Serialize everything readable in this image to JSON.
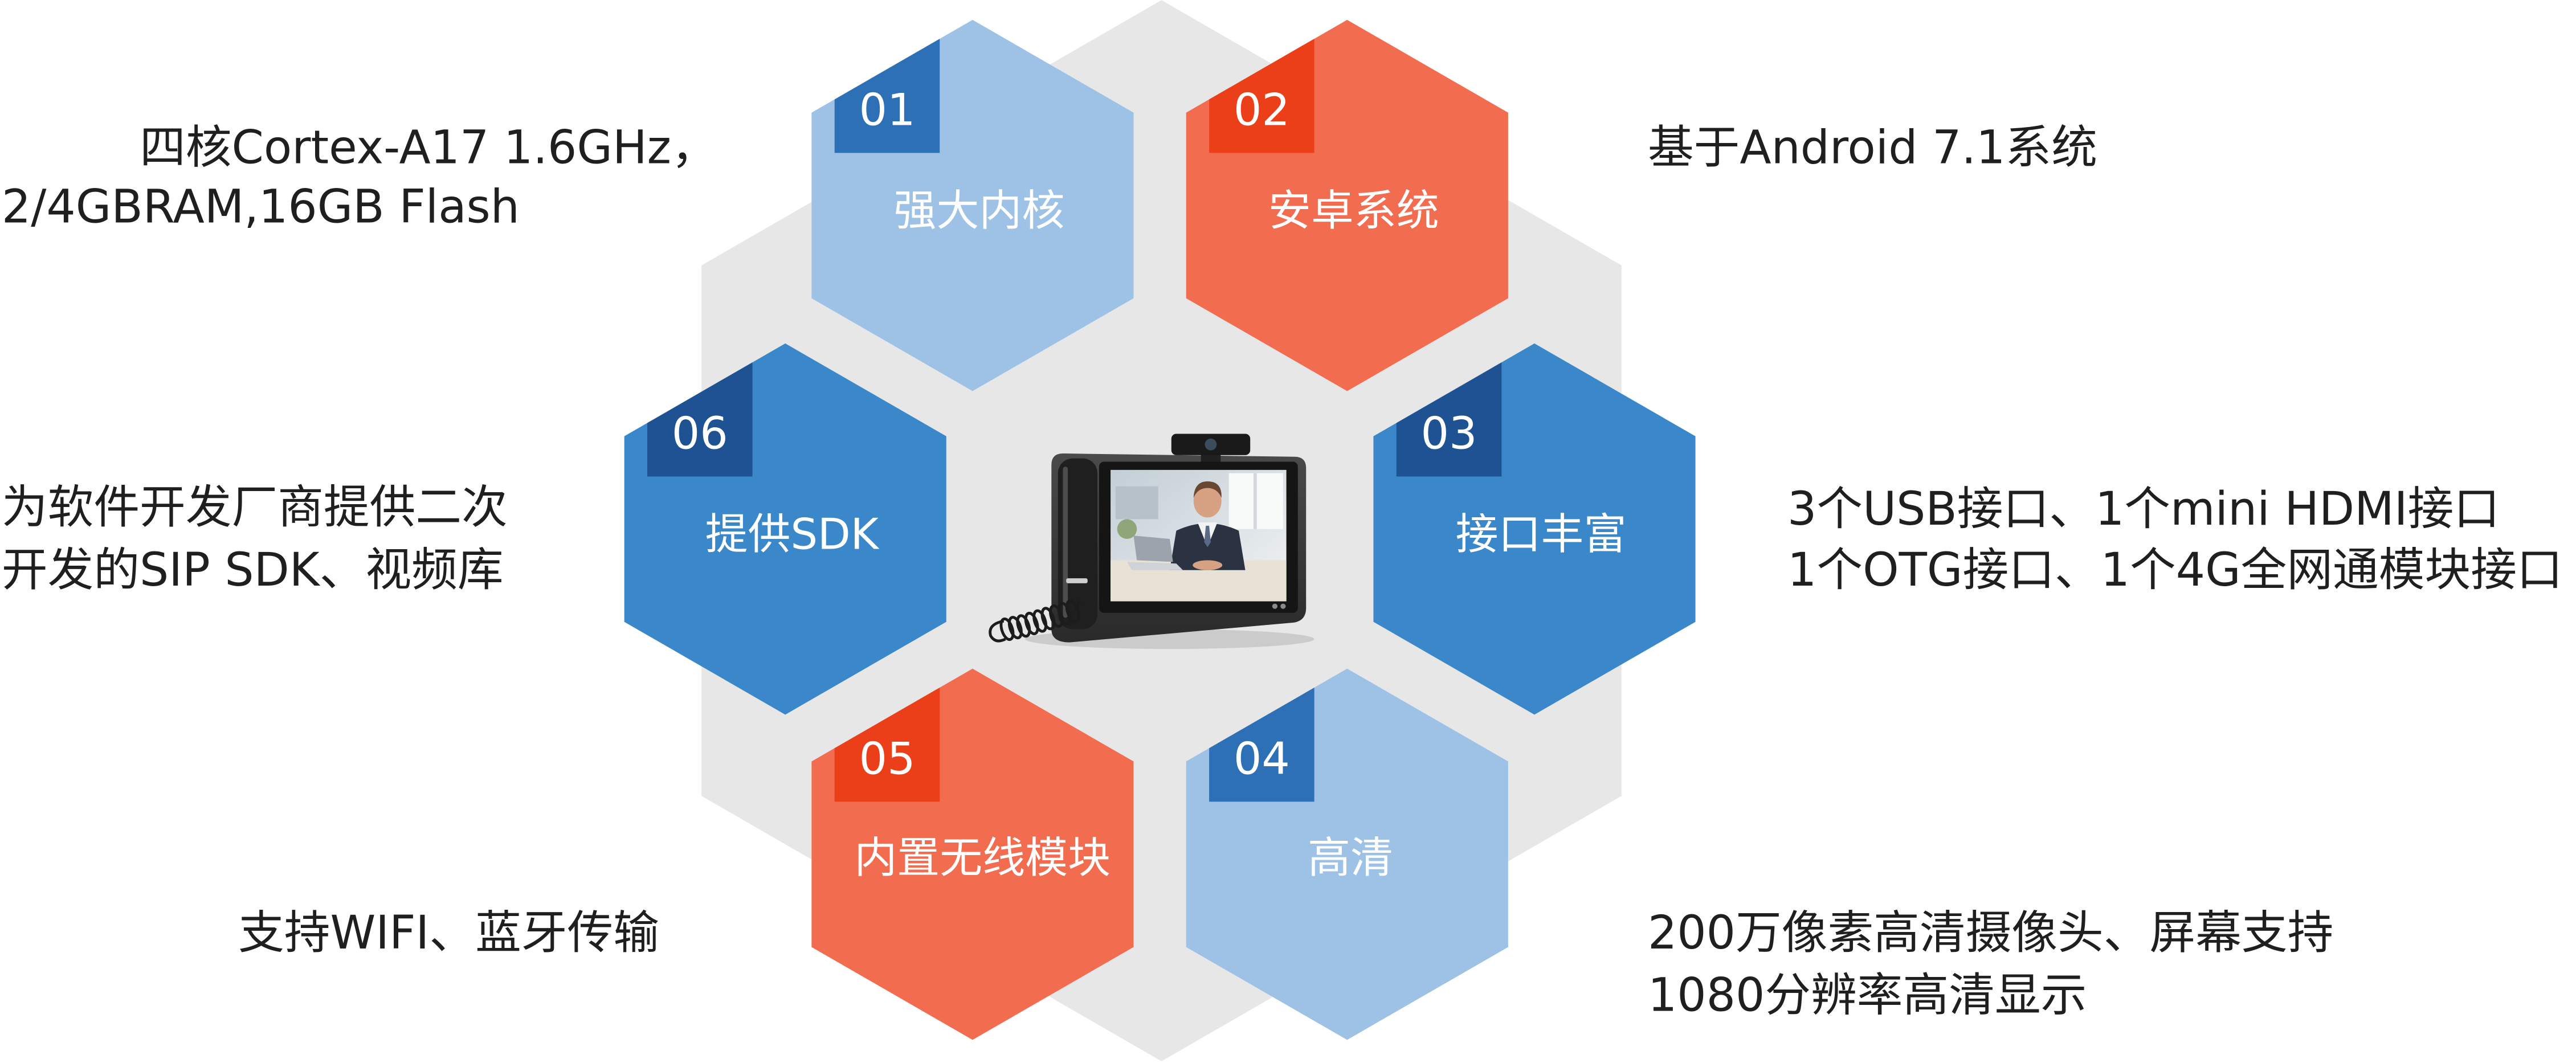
{
  "features": [
    {
      "number": "01",
      "label": "强大内核",
      "lines": [
        "四核Cortex-A17 1.6GHz，",
        "2/4GBRAM,16GB Flash"
      ]
    },
    {
      "number": "02",
      "label": "安卓系统",
      "lines": [
        "基于Android 7.1系统"
      ]
    },
    {
      "number": "03",
      "label": "接口丰富",
      "lines": [
        "3个USB接口、1个mini HDMI接口",
        "1个OTG接口、1个4G全网通模块接口"
      ]
    },
    {
      "number": "04",
      "label": "高清",
      "lines": [
        "200万像素高清摄像头、屏幕支持",
        "1080分辨率高清显示"
      ]
    },
    {
      "number": "05",
      "label": "内置无线模块",
      "lines": [
        "支持WIFI、蓝牙传输"
      ]
    },
    {
      "number": "06",
      "label": "提供SDK",
      "lines": [
        "为软件开发厂商提供二次",
        "开发的SIP SDK、视频库"
      ]
    }
  ],
  "colors": {
    "background_hex": "#e7e7e7",
    "light_blue": "#9dc2e6",
    "light_blue_tab": "#2e70b6",
    "coral": "#f26c50",
    "coral_tab": "#ea3f18",
    "blue": "#3a87c9",
    "blue_tab": "#1e5292"
  }
}
